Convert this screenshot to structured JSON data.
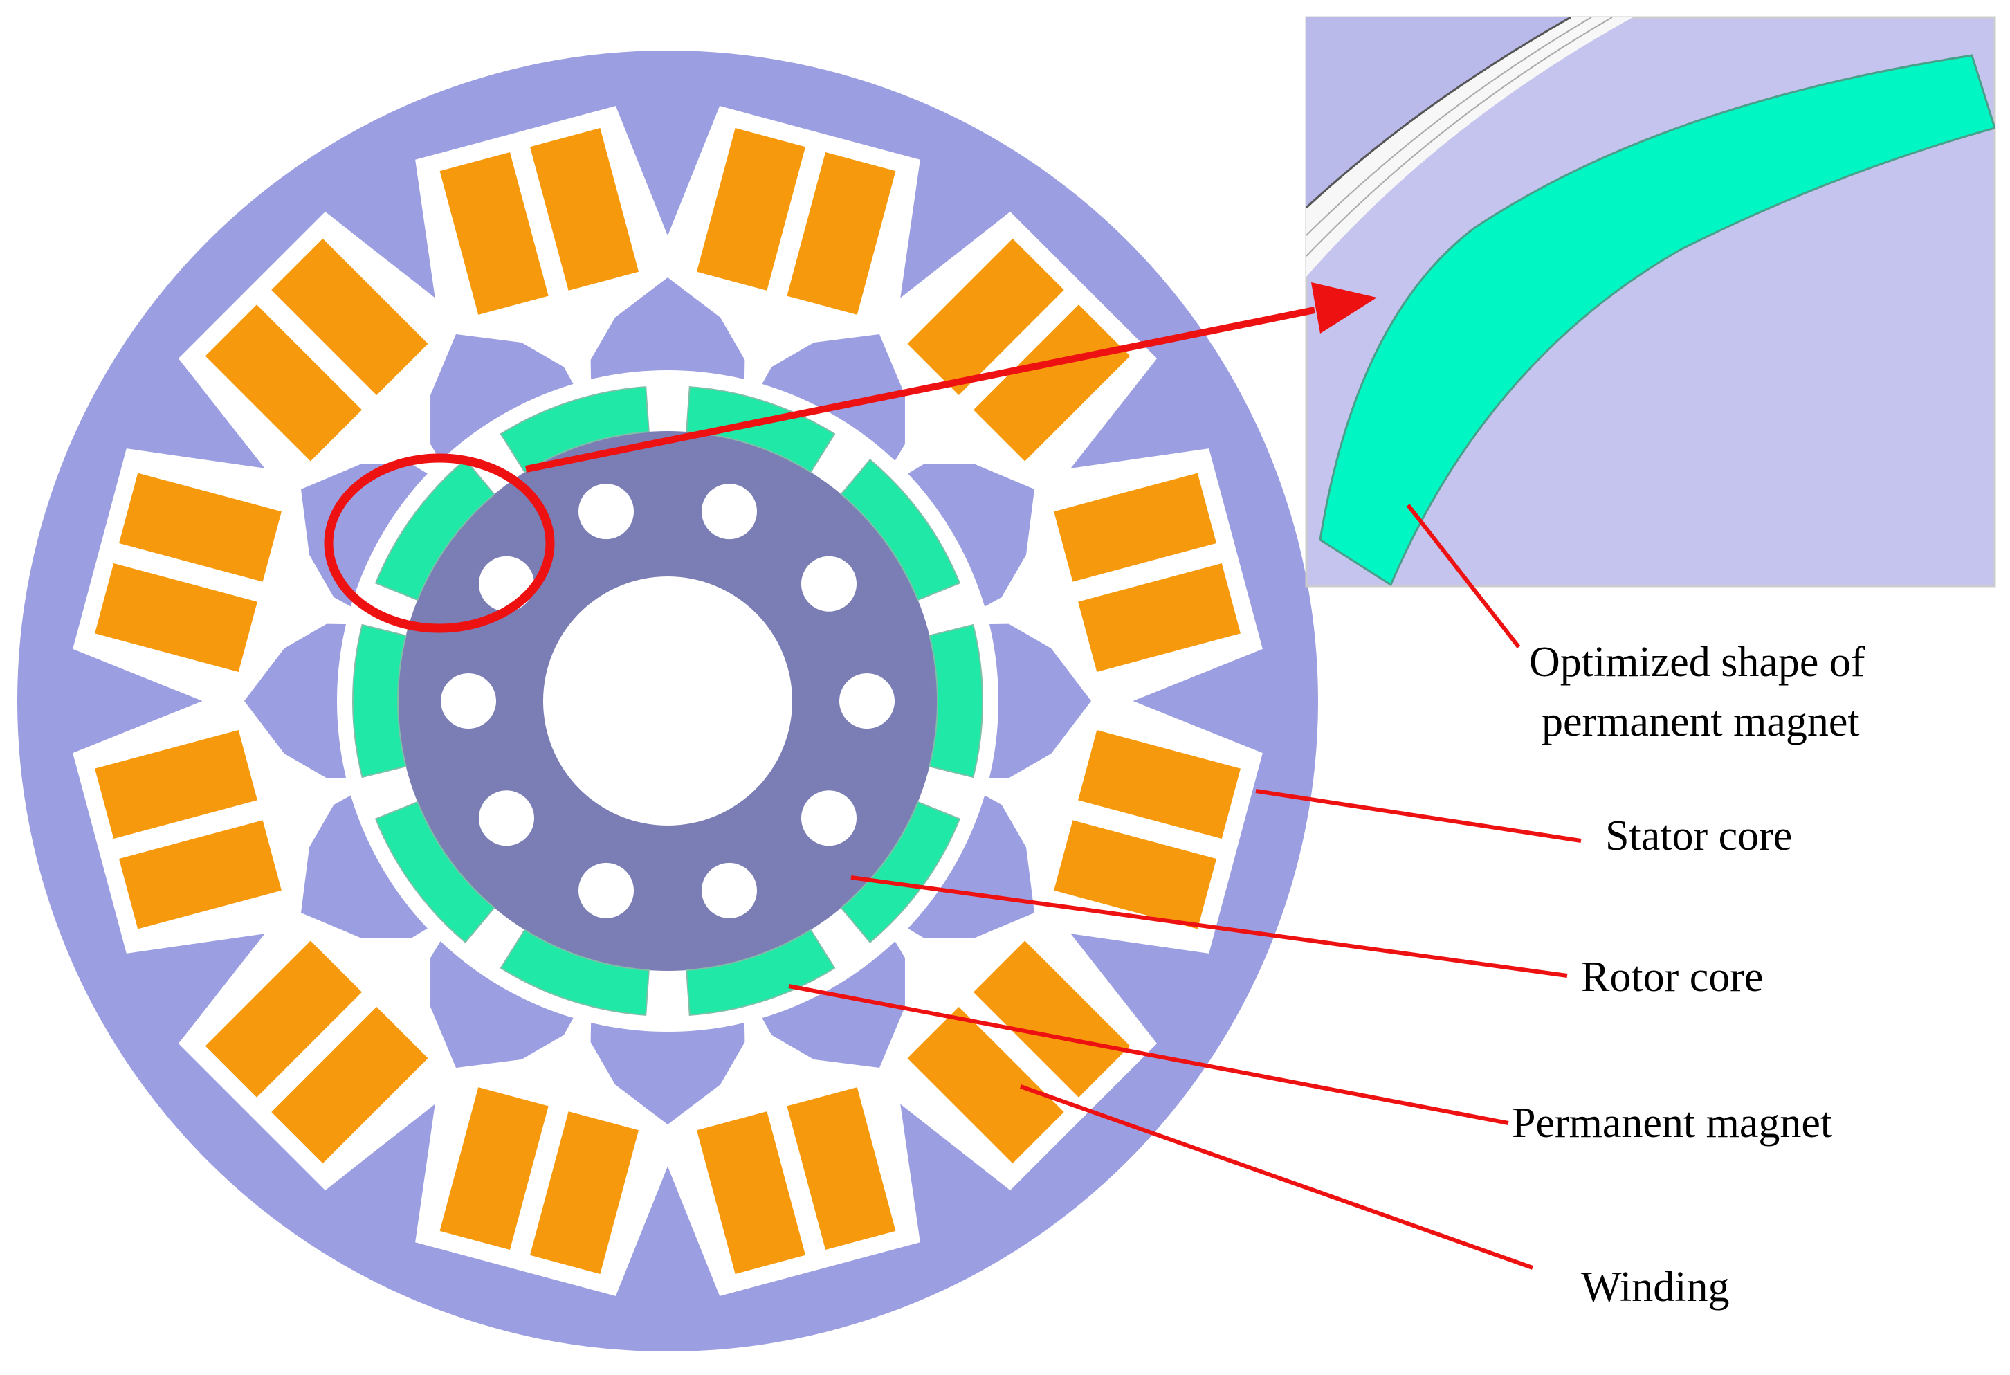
{
  "labels": {
    "optimized_line1": "Optimized shape of",
    "optimized_line2": "permanent magnet",
    "stator_core": "Stator core",
    "rotor_core": "Rotor core",
    "permanent_magnet": "Permanent magnet",
    "winding": "Winding"
  },
  "counts": {
    "stator_slots": 12,
    "rotor_magnets": 10,
    "rotor_holes": 10
  },
  "colors": {
    "stator": "#9b9ee0",
    "rotor": "#7b7db5",
    "magnet": "#20e8a6",
    "magnet_inset": "#00f7c4",
    "winding": "#f7990c",
    "slot": "#ffffff",
    "callout": "#ee1111",
    "inset_bg": "#c4c4ee"
  }
}
